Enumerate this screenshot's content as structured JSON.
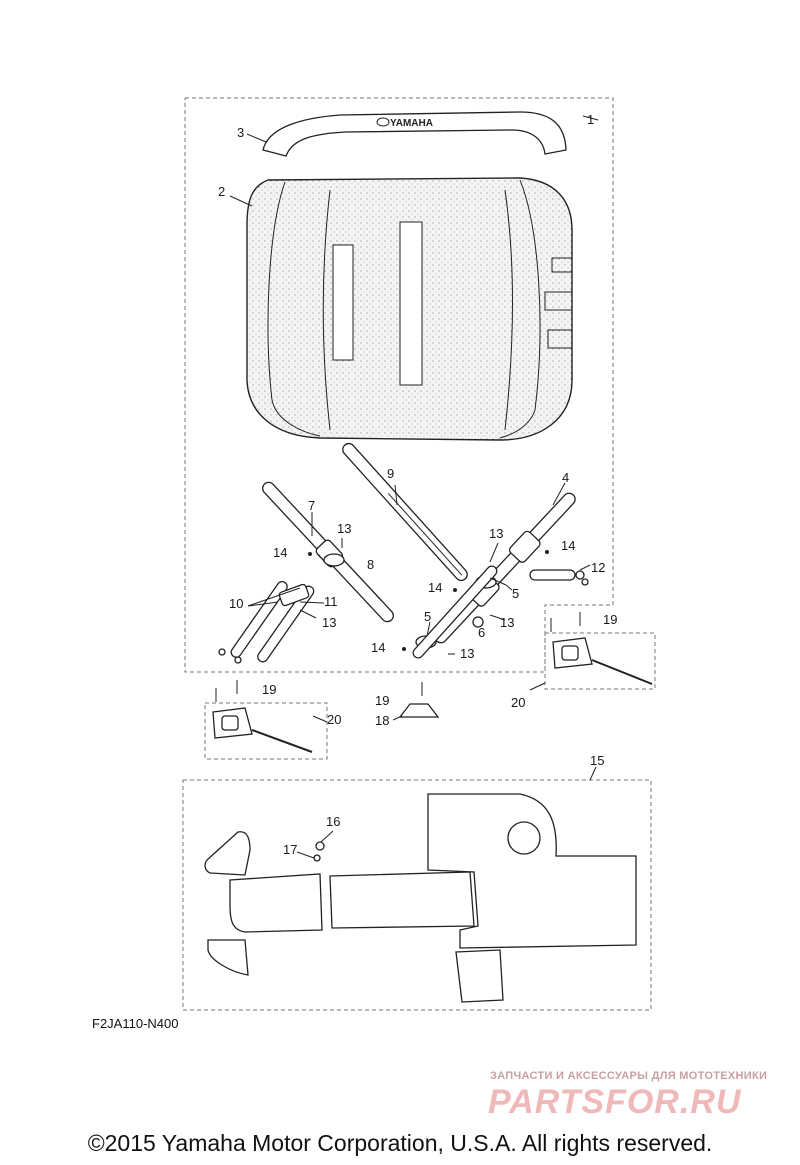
{
  "brand_on_part": "YAMAHA",
  "callouts": [
    "1",
    "2",
    "3",
    "4",
    "5",
    "6",
    "7",
    "8",
    "9",
    "10",
    "11",
    "12",
    "13",
    "14",
    "15",
    "16",
    "17",
    "18",
    "19",
    "20"
  ],
  "diagram_code": "F2JA110-N400",
  "watermark": {
    "tagline": "ЗАПЧАСТИ И АКСЕССУАРЫ ДЛЯ МОТОТЕХНИКИ",
    "logo": "PARTSFOR.RU"
  },
  "copyright": "©2015 Yamaha Motor Corporation, U.S.A. All rights reserved."
}
